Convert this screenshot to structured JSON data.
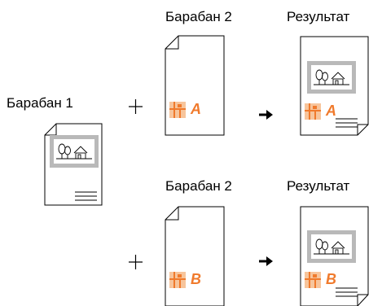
{
  "labels": {
    "drum1": "Барабан 1",
    "drum2_top": "Барабан 2",
    "drum2_bottom": "Барабан 2",
    "result_top": "Результат",
    "result_bottom": "Результат"
  },
  "symbols": {
    "plus": "+",
    "letter_a": "A",
    "letter_b": "B"
  },
  "colors": {
    "accent": "#f07a2c",
    "accent_light": "#f7c59c",
    "photo_frame": "#b9b9b9",
    "ink": "#000000"
  },
  "icons": [
    "house-trees-photo-icon",
    "orange-map-block-icon",
    "arrow-right-icon",
    "plus-icon"
  ]
}
